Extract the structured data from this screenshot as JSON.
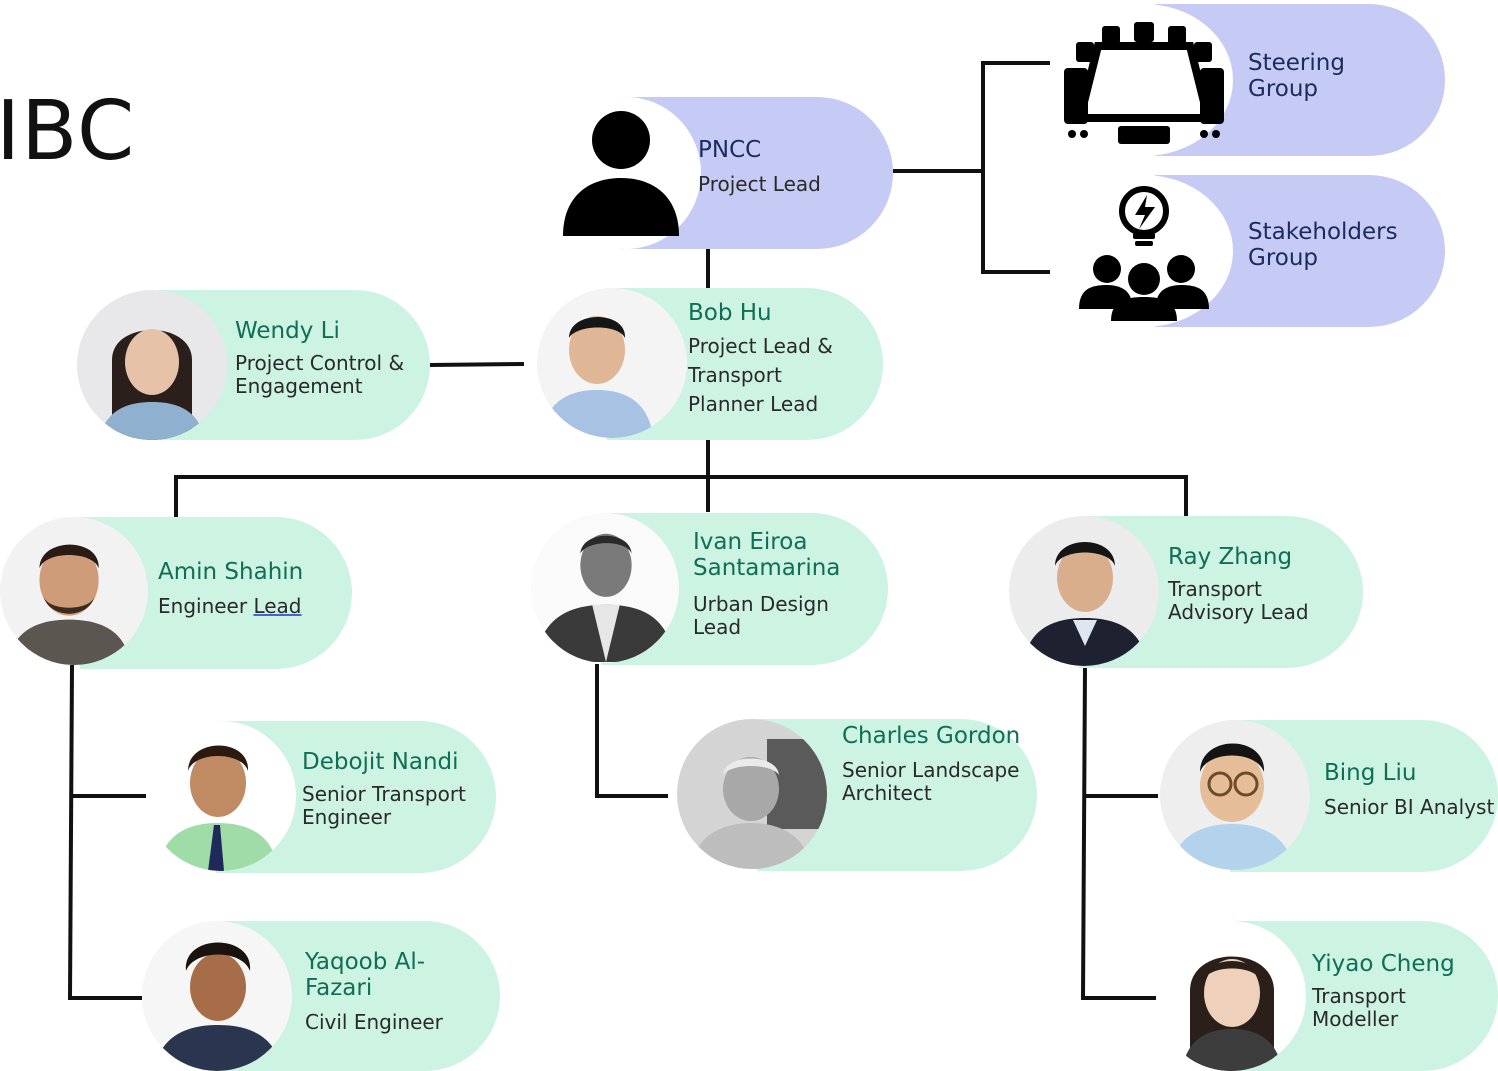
{
  "title": "IBC",
  "colors": {
    "mint": "#cdf3e2",
    "lavender": "#c5cbf4",
    "line": "#111111",
    "name_green": "#0f6e55",
    "name_navy": "#1c2a5c"
  },
  "top": {
    "pncc": {
      "name": "PNCC",
      "role": "Project Lead",
      "icon": "person-icon"
    },
    "steering": {
      "label_1": "Steering",
      "label_2": "Group",
      "icon": "meeting-table-icon"
    },
    "stakeholders": {
      "label_1": "Stakeholders",
      "label_2": "Group",
      "icon": "lightbulb-people-icon"
    }
  },
  "people": {
    "wendy": {
      "name": "Wendy Li",
      "role": "Project Control & Engagement"
    },
    "bob": {
      "name": "Bob Hu",
      "role": "Project Lead & Transport Planner Lead"
    },
    "amin": {
      "name": "Amin Shahin",
      "role_a": "Engineer ",
      "role_b": "Lead"
    },
    "ivan": {
      "name": "Ivan Eiroa Santamarina",
      "role": "Urban Design Lead"
    },
    "ray": {
      "name": "Ray Zhang",
      "role": "Transport Advisory Lead"
    },
    "debojit": {
      "name": "Debojit Nandi",
      "role": "Senior Transport Engineer"
    },
    "yaqoob": {
      "name": "Yaqoob Al-Fazari",
      "role": "Civil Engineer"
    },
    "charles": {
      "name": "Charles Gordon",
      "role": "Senior Landscape Architect"
    },
    "bing": {
      "name": "Bing Liu",
      "role": "Senior BI Analyst"
    },
    "yiyao": {
      "name": "Yiyao Cheng",
      "role": "Transport Modeller"
    }
  }
}
